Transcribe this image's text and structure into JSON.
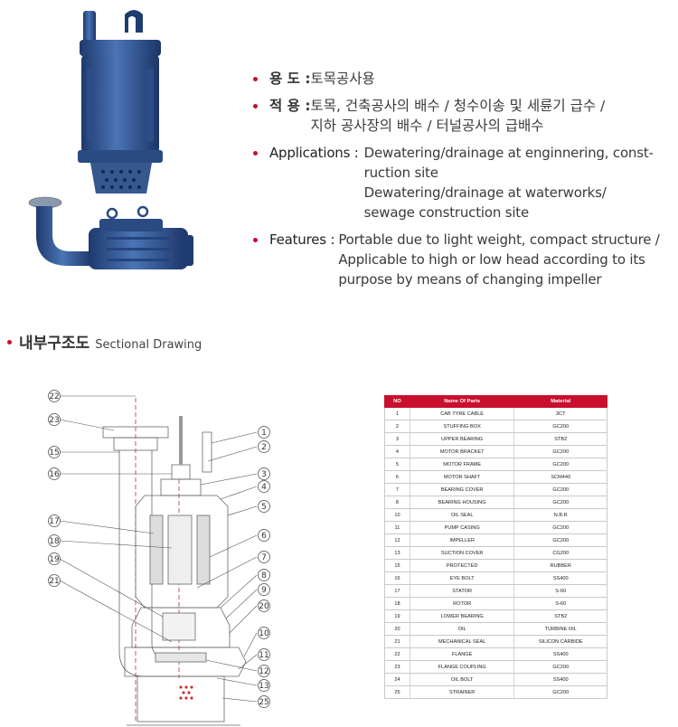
{
  "colors": {
    "accent": "#c8102e",
    "pump_blue": "#2d4f8a"
  },
  "specs": [
    {
      "label": "용 도 :",
      "lines": [
        "토목공사용"
      ]
    },
    {
      "label": "적 용 :",
      "lines": [
        "토목, 건축공사의 배수 / 청수이송 및 세륜기 급수 /",
        "지하 공사장의 배수 / 터널공사의 급배수"
      ]
    },
    {
      "label": "Applications :",
      "lines": [
        "Dewatering/drainage at enginnering,  const-",
        "ruction site",
        "Dewatering/drainage at waterworks/",
        "sewage construction site"
      ]
    },
    {
      "label": "Features :",
      "lines": [
        "Portable due to light weight, compact structure /",
        "Applicable to high or low head according to its",
        "purpose by means of changing impeller"
      ]
    }
  ],
  "section": {
    "title_ko": "내부구조도",
    "title_en": "Sectional Drawing"
  },
  "drawing": {
    "callouts_left": [
      "22",
      "23",
      "15",
      "16",
      "17",
      "18",
      "19",
      "21"
    ],
    "callouts_right": [
      "1",
      "2",
      "3",
      "4",
      "5",
      "6",
      "7",
      "8",
      "9",
      "20",
      "10",
      "11",
      "12",
      "13",
      "25"
    ]
  },
  "parts_table": {
    "headers": [
      "NO",
      "Name Of Parts",
      "Material"
    ],
    "rows": [
      [
        "1",
        "CAB TYRE CABLE",
        "3CT"
      ],
      [
        "2",
        "STUFFING BOX",
        "GC200"
      ],
      [
        "3",
        "UPPER BEARING",
        "STB2"
      ],
      [
        "4",
        "MOTOR BRACKET",
        "GC200"
      ],
      [
        "5",
        "MOTOR FRAME",
        "GC200"
      ],
      [
        "6",
        "MOTOR SHAFT",
        "SCM440"
      ],
      [
        "7",
        "BEARING COVER",
        "GC200"
      ],
      [
        "8",
        "BEARING HOUSING",
        "GC200"
      ],
      [
        "10",
        "OIL SEAL",
        "N.B.R"
      ],
      [
        "11",
        "PUMP CASING",
        "GC200"
      ],
      [
        "12",
        "IMPELLER",
        "GC200"
      ],
      [
        "13",
        "SUCTION COVER",
        "CG200"
      ],
      [
        "15",
        "PROTECTED",
        "RUBBER"
      ],
      [
        "16",
        "EYE BOLT",
        "SS400"
      ],
      [
        "17",
        "STATOR",
        "S-60"
      ],
      [
        "18",
        "ROTOR",
        "S-60"
      ],
      [
        "19",
        "LOWER BEARING",
        "STB2"
      ],
      [
        "20",
        "OIL",
        "TURBINE OIL"
      ],
      [
        "21",
        "MECHANICAL SEAL",
        "SILICON CARBIDE"
      ],
      [
        "22",
        "FLANGE",
        "SS400"
      ],
      [
        "23",
        "FLANGE COUPLING",
        "GC200"
      ],
      [
        "24",
        "OIL BOLT",
        "SS400"
      ],
      [
        "25",
        "STRAINER",
        "GC200"
      ]
    ]
  }
}
